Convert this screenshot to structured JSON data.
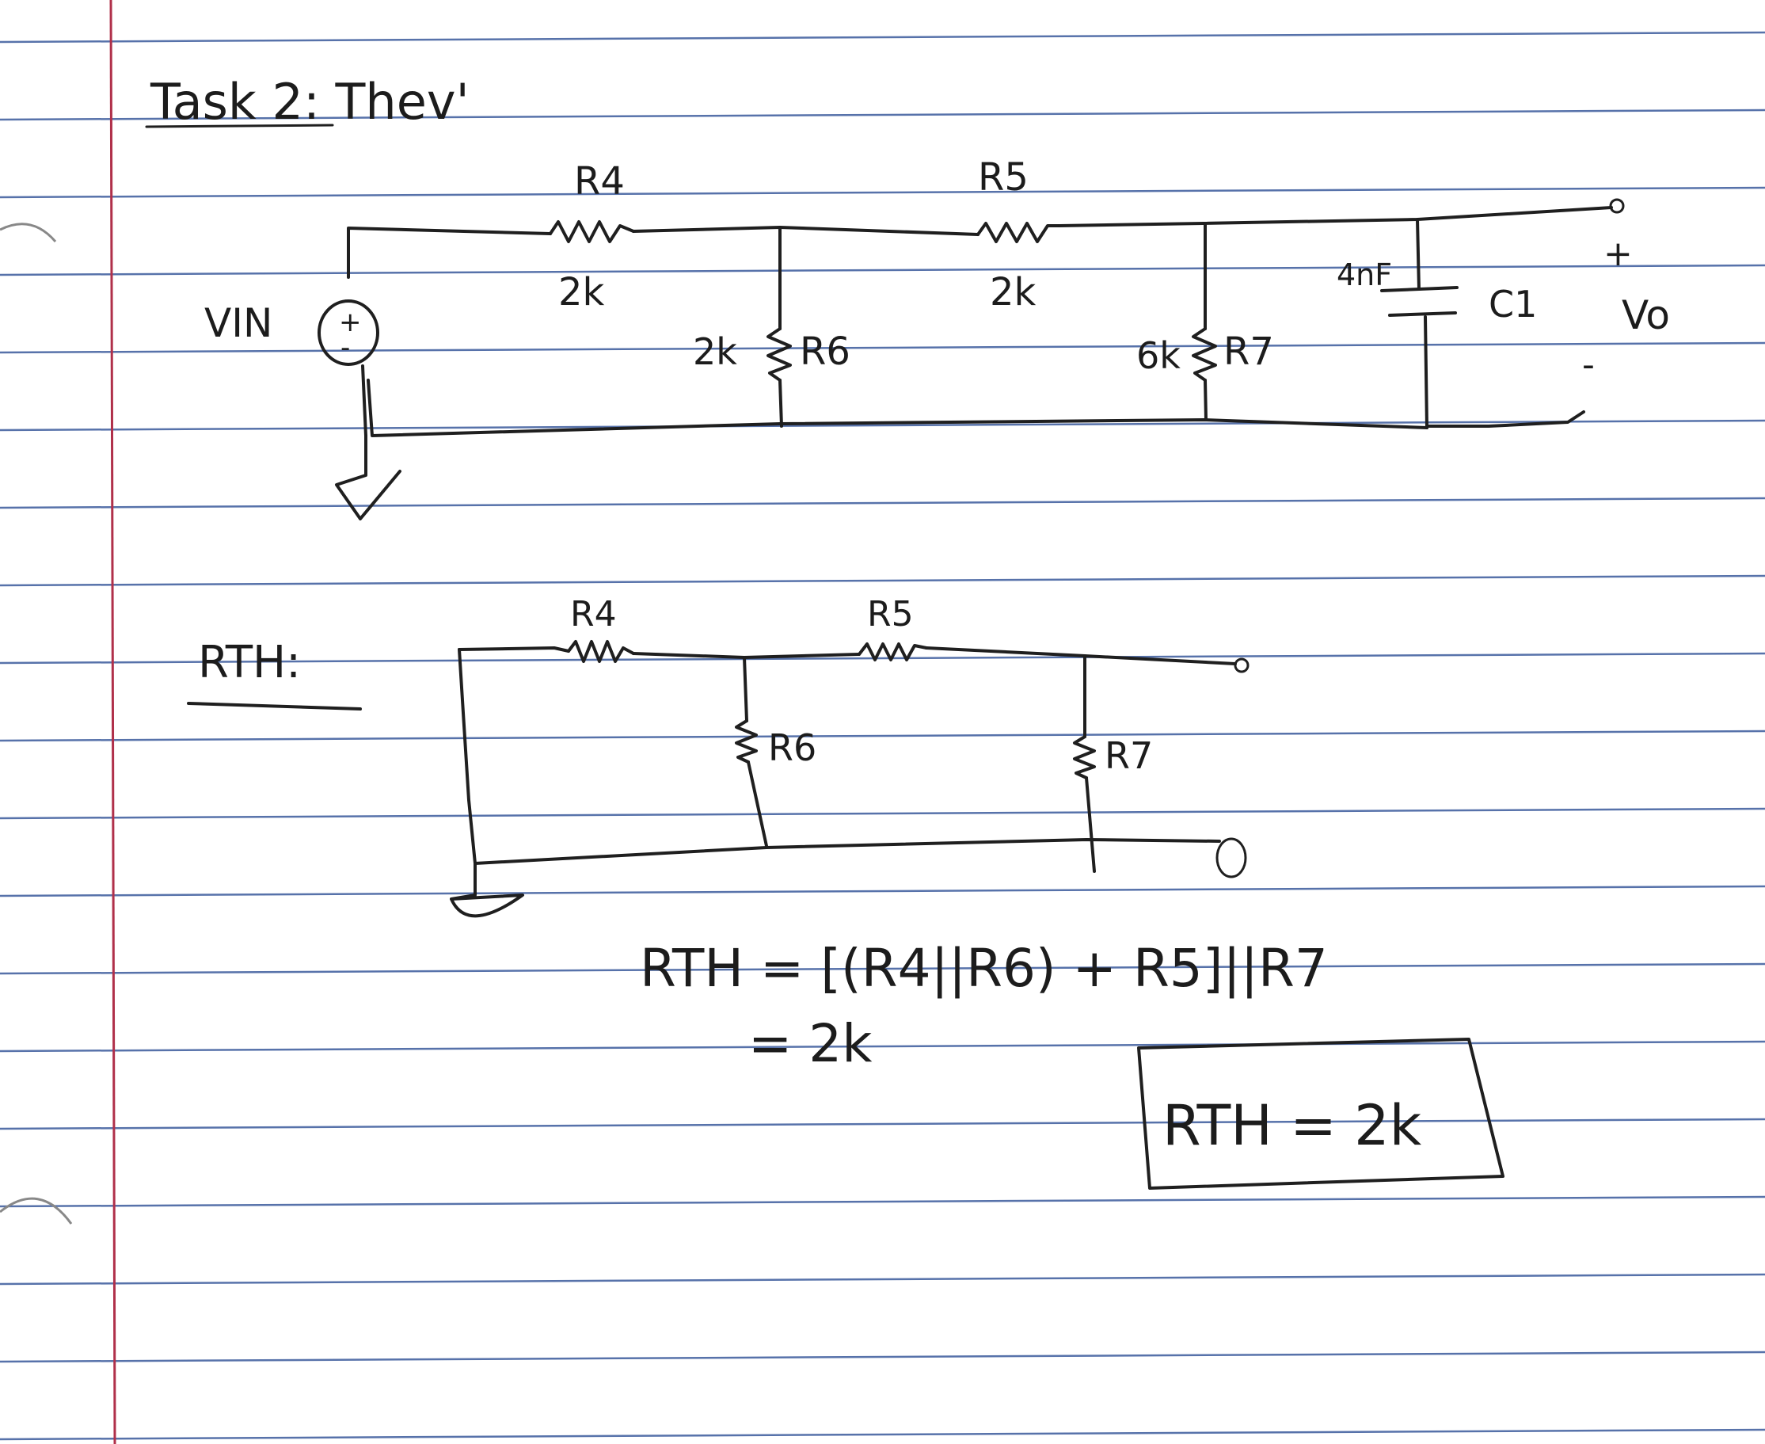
{
  "title": "Task 2: Thev'",
  "paper": {
    "rule_color": "#3a5a9c",
    "margin_color": "#b0304a"
  },
  "circuit1": {
    "r4_label": "R4",
    "r4_value": "2k",
    "r5_label": "R5",
    "r5_value": "2k",
    "r6_label": "R6",
    "r6_value": "2k",
    "r7_label": "R7",
    "r7_value": "6k",
    "c1_label": "C1",
    "c1_value": "4nF",
    "source_label": "VIN",
    "source_plus": "+",
    "source_minus": "-",
    "output_label": "Vo",
    "output_plus": "+",
    "output_minus": "-"
  },
  "circuit2": {
    "heading": "RTH:",
    "r4_label": "R4",
    "r5_label": "R5",
    "r6_label": "R6",
    "r7_label": "R7"
  },
  "equation": {
    "line1": "RTH = [(R4||R6) + R5]||R7",
    "line2": "= 2k"
  },
  "result": {
    "text": "RTH = 2k"
  }
}
